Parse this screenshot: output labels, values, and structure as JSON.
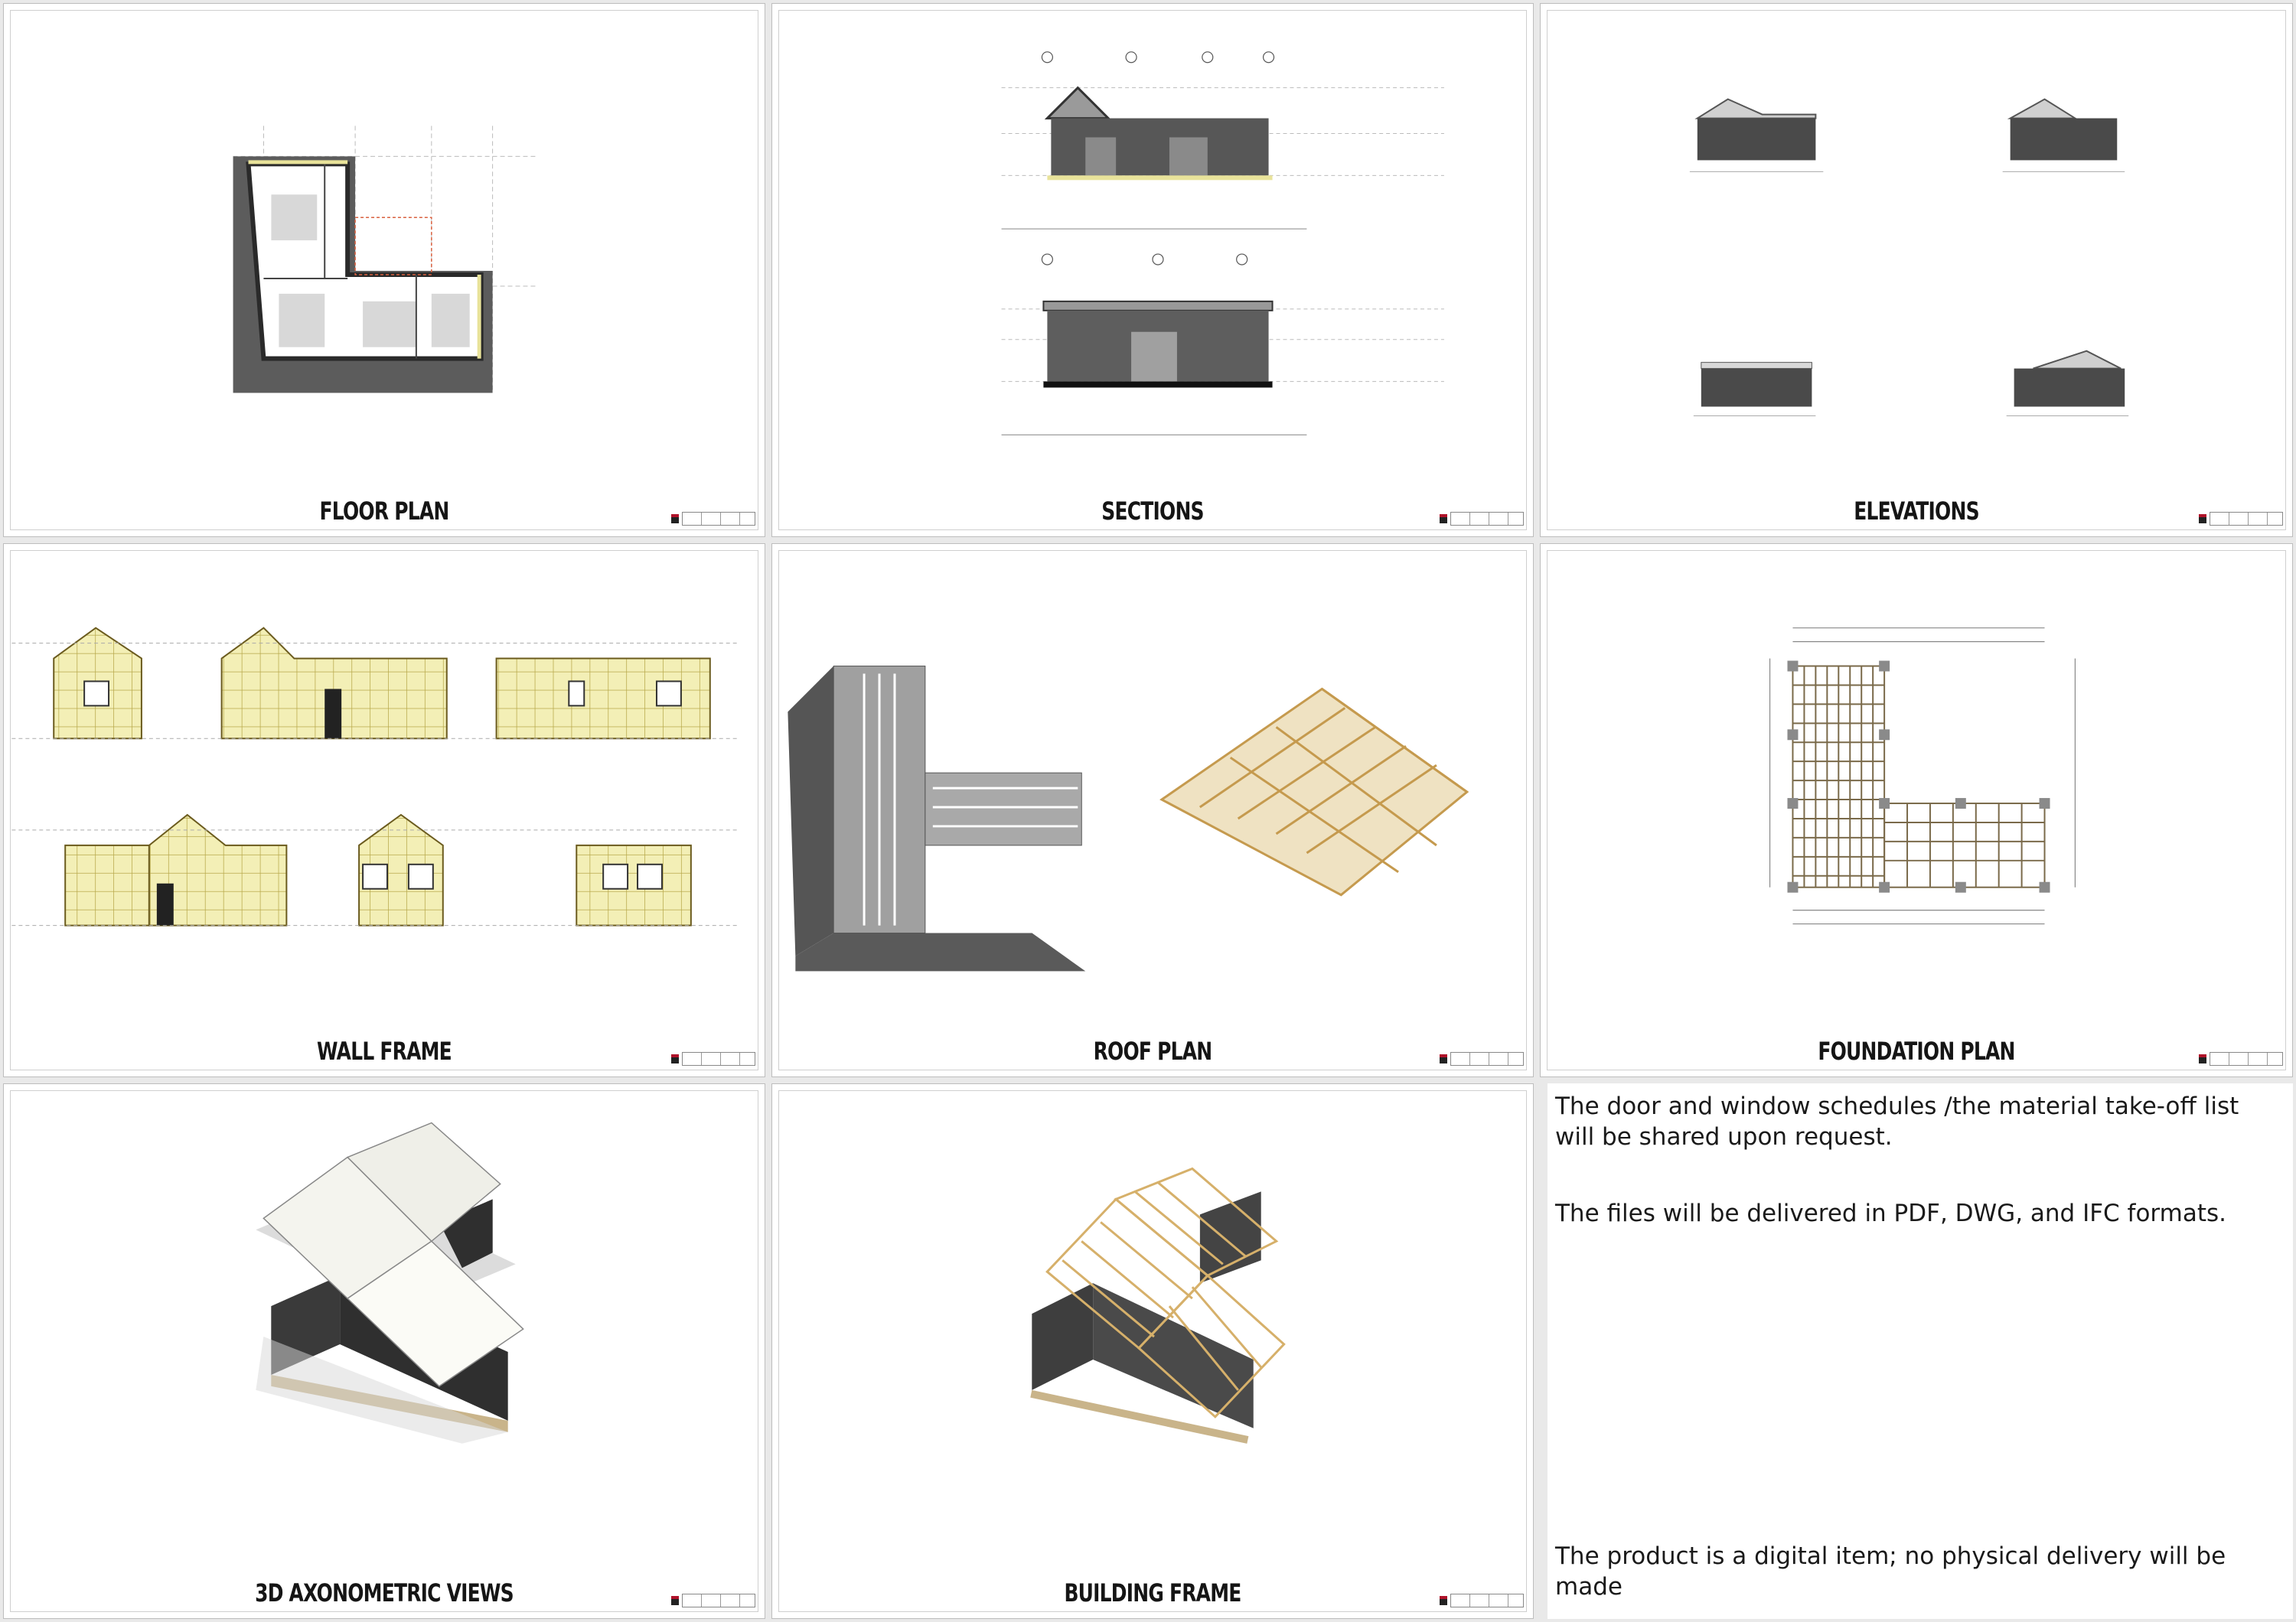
{
  "sheets": {
    "floor_plan": {
      "title": "FLOOR PLAN"
    },
    "sections": {
      "title": "SECTIONS"
    },
    "elevations": {
      "title": "ELEVATIONS"
    },
    "wall_frame": {
      "title": "WALL FRAME"
    },
    "roof_plan": {
      "title": "ROOF PLAN"
    },
    "foundation_plan": {
      "title": "FOUNDATION PLAN"
    },
    "axonometric": {
      "title": "3D AXONOMETRIC VIEWS"
    },
    "building_frame": {
      "title": "BUILDING FRAME"
    }
  },
  "notes": {
    "schedules": "The door and window schedules /the material take-off list will be shared upon request.",
    "formats": "The files will be delivered in PDF, DWG, and IFC formats.",
    "delivery": "The product is a digital item; no physical delivery will be made"
  },
  "colors": {
    "wall_dark": "#3a3a3a",
    "shadow": "#6b6b6b",
    "frame_yellow": "#f3efb6",
    "timber": "#d9b77a",
    "roof_white": "#f4f4ee",
    "title_red": "#b0122a"
  }
}
